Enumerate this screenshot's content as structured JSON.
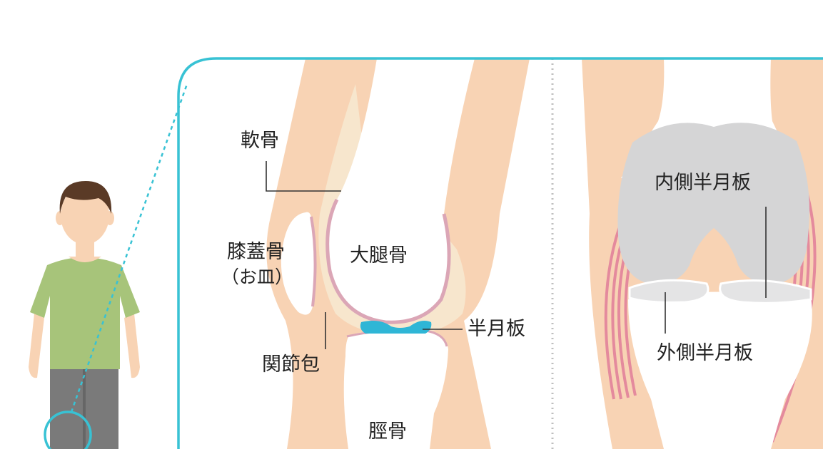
{
  "labels": {
    "cartilage": "軟骨",
    "patella": "膝蓋骨",
    "patella_note": "（お皿）",
    "femur": "大腿骨",
    "meniscus": "半月板",
    "joint_capsule": "関節包",
    "tibia": "脛骨",
    "medial_meniscus": "内側半月板",
    "lateral_meniscus": "外側半月板"
  },
  "colors": {
    "frame": "#38c2d4",
    "skin": "#f8d3b4",
    "bone": "#ffffff",
    "capsule": "#f7e6cd",
    "cartilage_outline": "#dba6b6",
    "meniscus": "#2fb6d6",
    "ligament": "#e48a9d",
    "meniscus_gray": "#d5d5d6",
    "shirt": "#a7c47a",
    "pants": "#7a7a7a",
    "hair": "#5a3a26"
  }
}
